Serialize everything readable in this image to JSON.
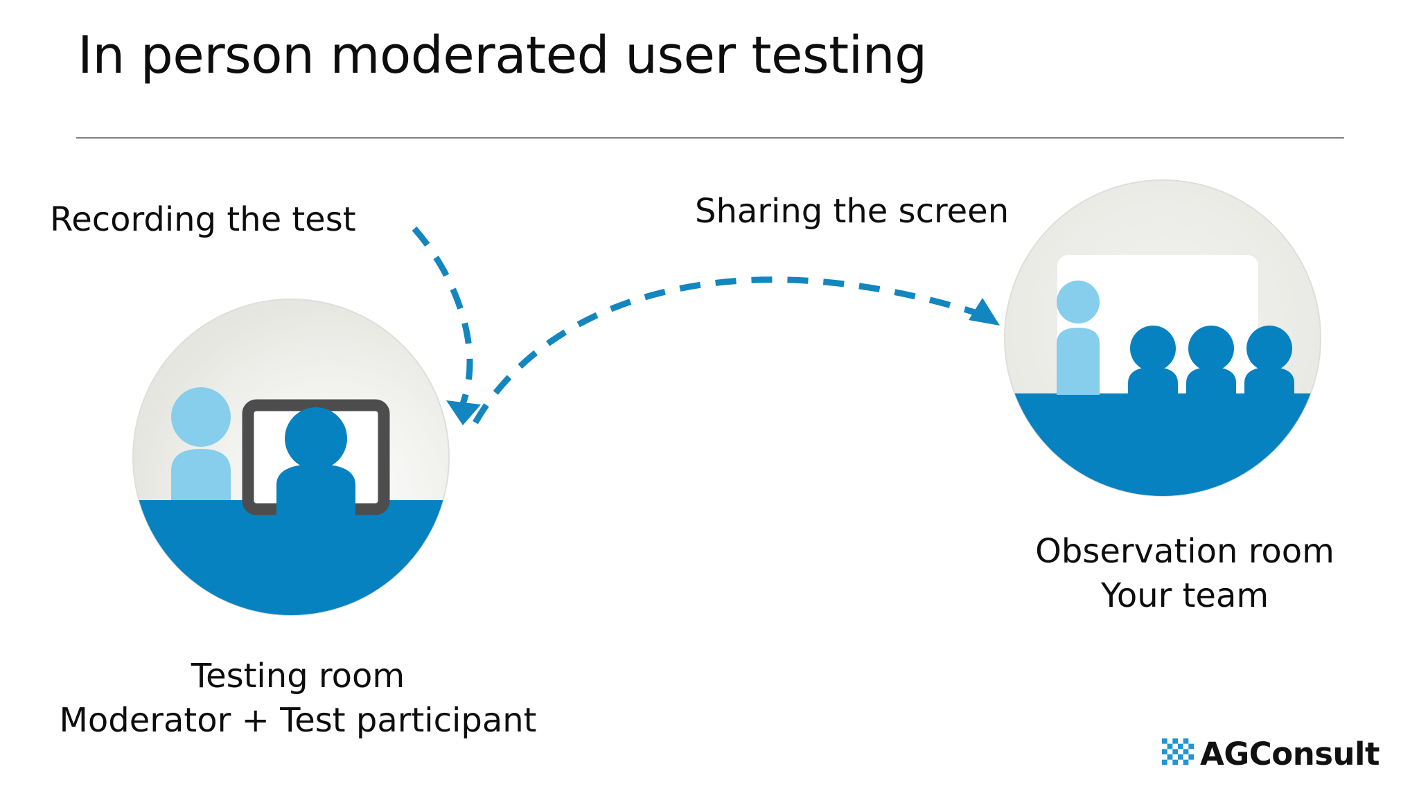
{
  "slide": {
    "title": "In person moderated user testing"
  },
  "annotations": {
    "recording_label": "Recording the test",
    "sharing_label": "Sharing the screen"
  },
  "scenes": [
    {
      "id": "testing-room",
      "caption_line1": "Testing room",
      "caption_line2": "Moderator + Test participant",
      "icon": "testing-room-icon",
      "people": [
        {
          "role": "moderator",
          "color": "#86CEEB"
        },
        {
          "role": "test-participant",
          "color": "#0782C1"
        }
      ],
      "monitor_frame_color": "#4D4D4D"
    },
    {
      "id": "observation-room",
      "caption_line1": "Observation room",
      "caption_line2": "Your team",
      "icon": "observation-room-icon",
      "people": [
        {
          "role": "presenter",
          "color": "#86CEEB"
        },
        {
          "role": "observer",
          "color": "#0782C1"
        },
        {
          "role": "observer",
          "color": "#0782C1"
        },
        {
          "role": "observer",
          "color": "#0782C1"
        }
      ],
      "screen_color": "#FFFFFF"
    }
  ],
  "colors": {
    "accent_blue": "#0782C1",
    "light_blue": "#86CEEB",
    "circle_gray": "#EAEAE6",
    "rule_gray": "#808080",
    "frame_gray": "#4D4D4D",
    "text_black": "#0D0D0D"
  },
  "logo": {
    "text": "AGConsult",
    "mark": "checkerboard-icon",
    "mark_color": "#2196D3"
  }
}
